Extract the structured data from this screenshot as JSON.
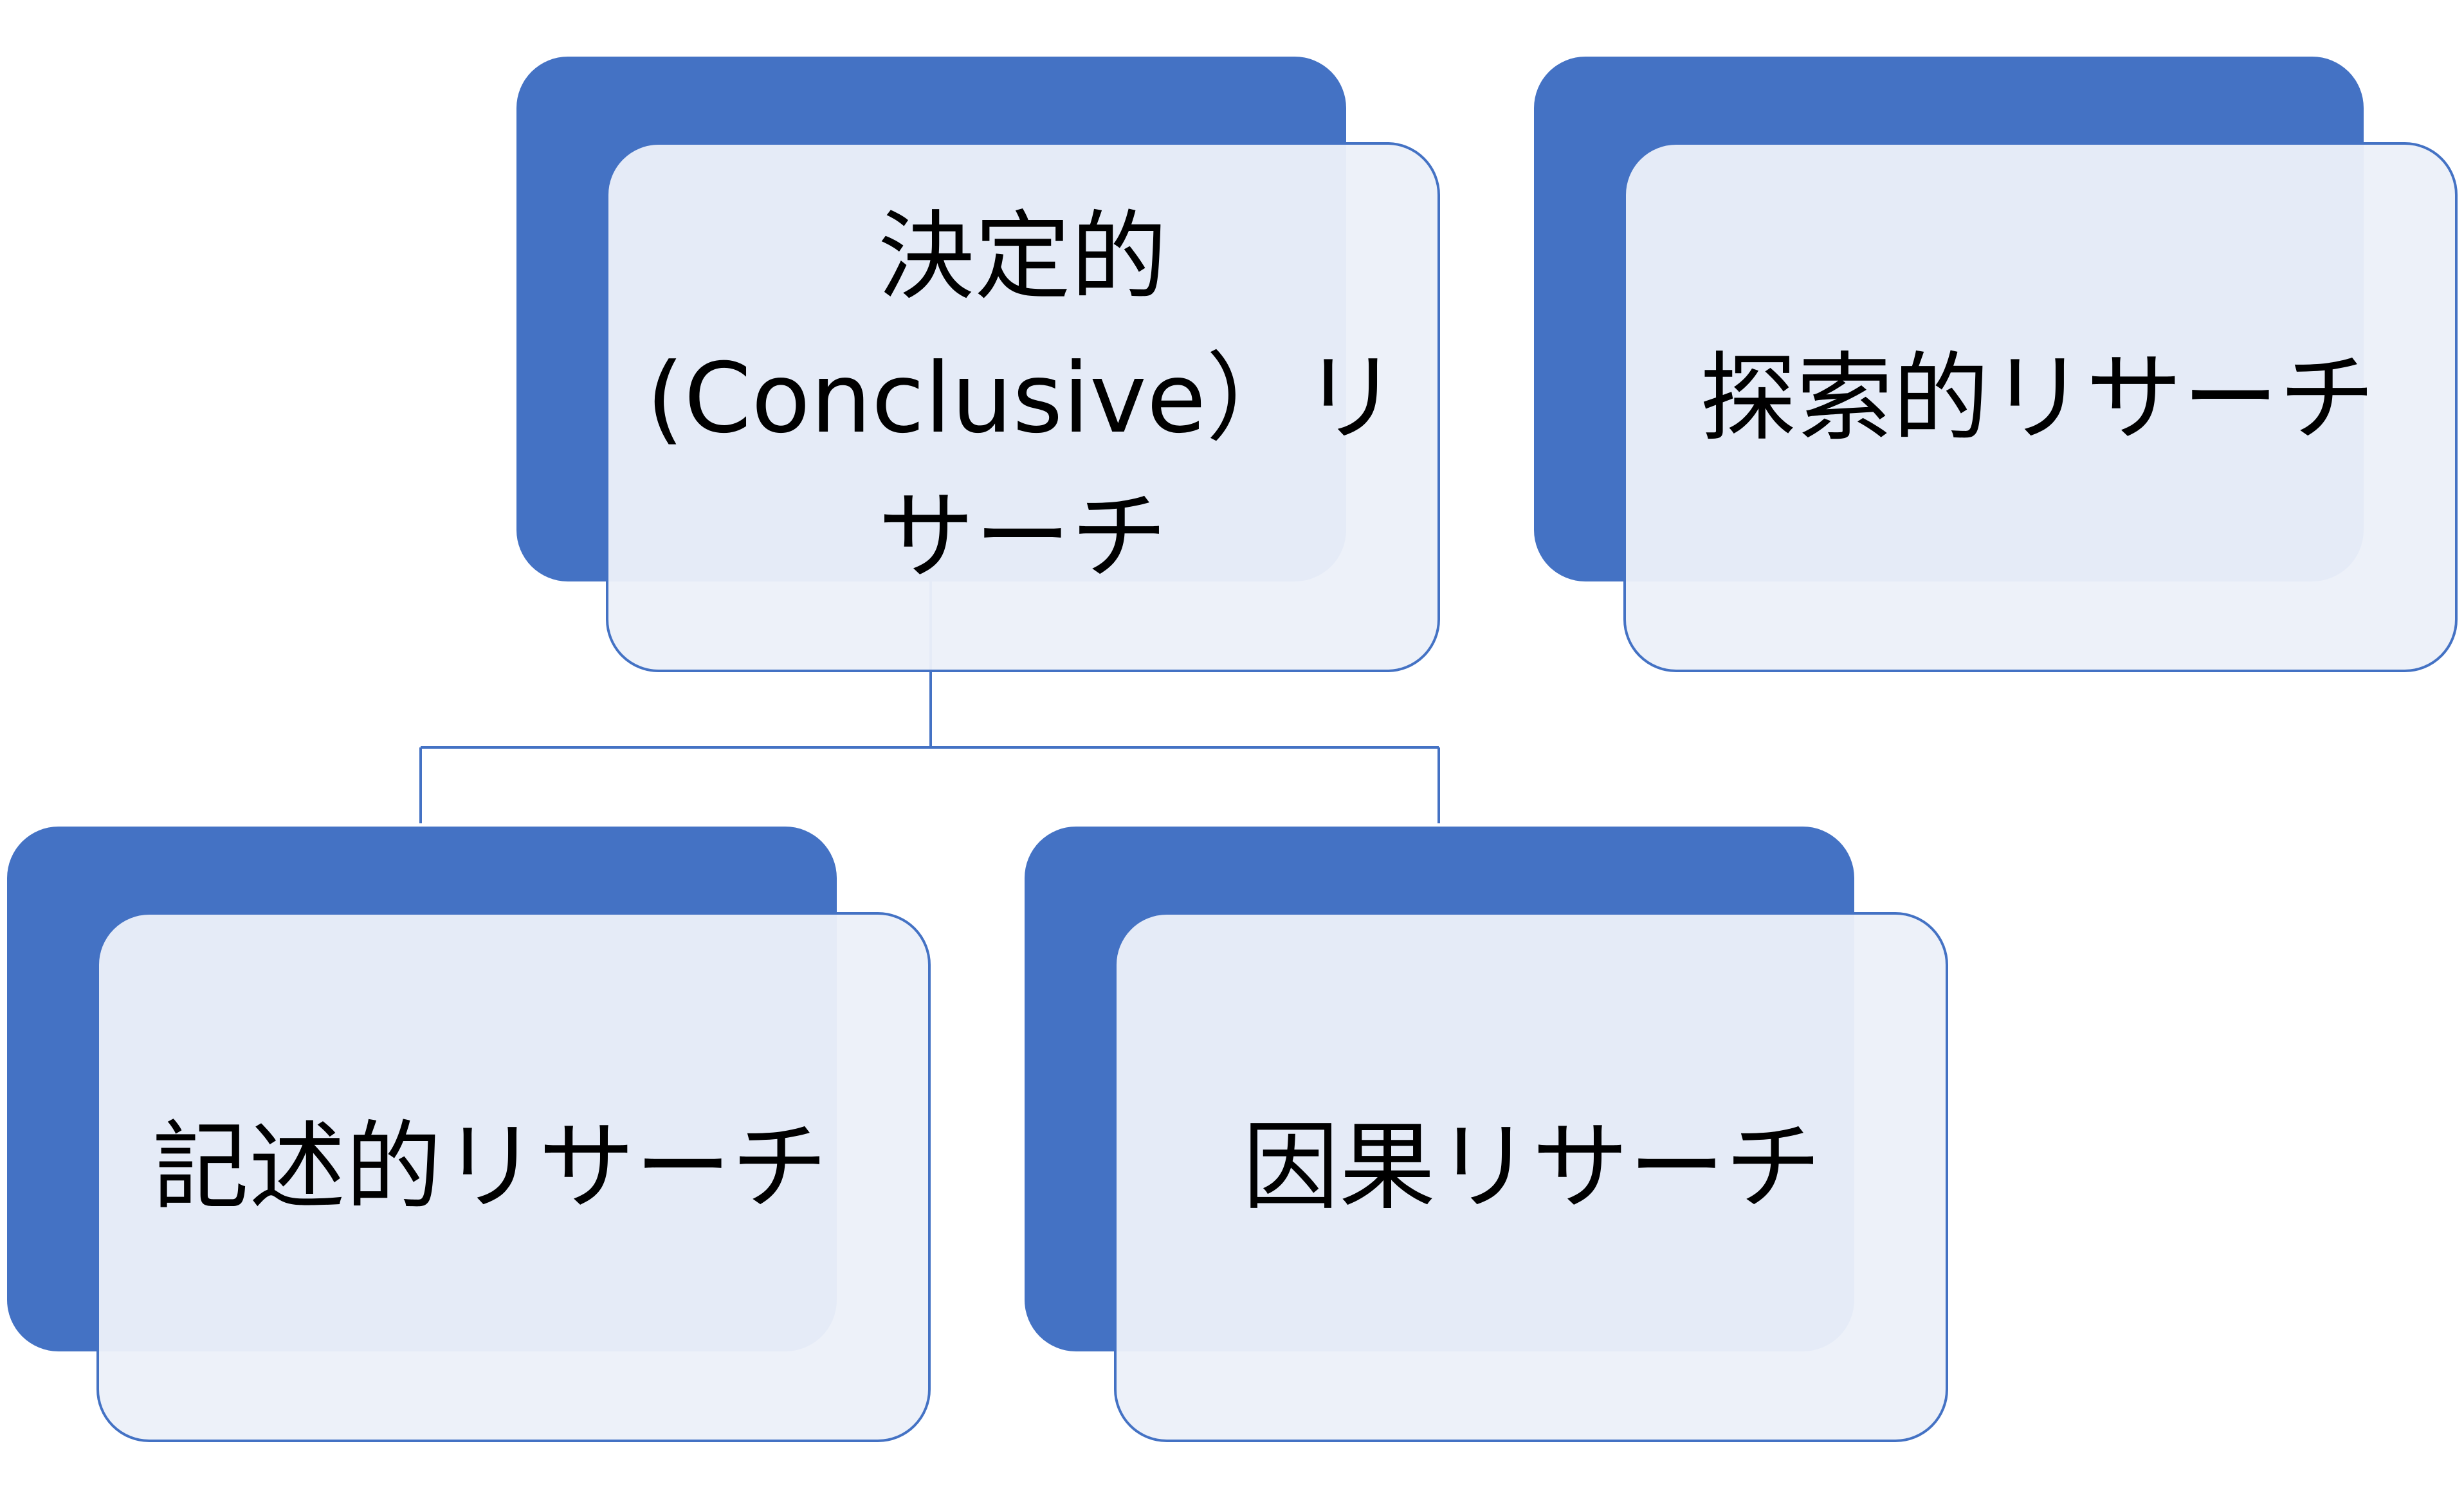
{
  "diagram": {
    "nodes": {
      "conclusive": {
        "label_lines": [
          "決定的",
          "(Conclusive）リ",
          "サーチ"
        ]
      },
      "exploratory": {
        "label_lines": [
          "探索的リサーチ"
        ]
      },
      "descriptive": {
        "label_lines": [
          "記述的リサーチ"
        ]
      },
      "causal": {
        "label_lines": [
          "因果リサーチ"
        ]
      }
    },
    "colors": {
      "accent": "#4472c4",
      "card_fill": "#ecf0f9",
      "text": "#000000"
    }
  }
}
